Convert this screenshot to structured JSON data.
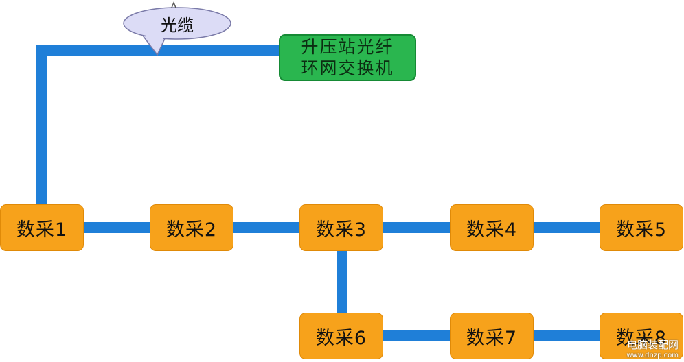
{
  "diagram": {
    "callout_label": "光缆",
    "switch_label_line1": "升压站光纤",
    "switch_label_line2": "环网交换机",
    "nodes": [
      "数采1",
      "数采2",
      "数采3",
      "数采4",
      "数采5",
      "数采6",
      "数采7",
      "数采8"
    ],
    "colors": {
      "link": "#1f7fd8",
      "node_fill": "#f7a21b",
      "switch_fill": "#2ab64f",
      "callout_fill": "#dcdcf6"
    }
  },
  "watermark": {
    "line1": "电脑装配网",
    "line2": "www.dnzp.com"
  }
}
